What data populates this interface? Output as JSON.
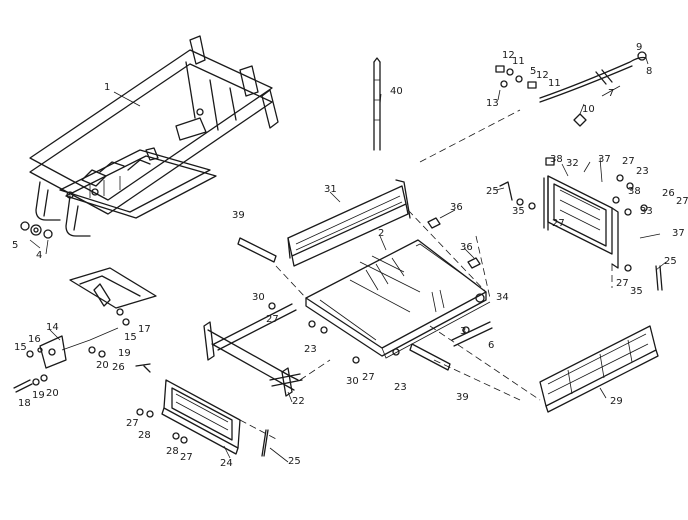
{
  "diagram": {
    "callouts": [
      {
        "label": "1"
      },
      {
        "label": "12"
      },
      {
        "label": "11"
      },
      {
        "label": "5"
      },
      {
        "label": "12"
      },
      {
        "label": "11"
      },
      {
        "label": "13"
      },
      {
        "label": "9"
      },
      {
        "label": "8"
      },
      {
        "label": "7"
      },
      {
        "label": "10"
      },
      {
        "label": "40"
      },
      {
        "label": "38"
      },
      {
        "label": "32"
      },
      {
        "label": "37"
      },
      {
        "label": "27"
      },
      {
        "label": "23"
      },
      {
        "label": "25"
      },
      {
        "label": "38"
      },
      {
        "label": "35"
      },
      {
        "label": "27"
      },
      {
        "label": "33"
      },
      {
        "label": "26"
      },
      {
        "label": "27"
      },
      {
        "label": "37"
      },
      {
        "label": "31"
      },
      {
        "label": "36"
      },
      {
        "label": "39"
      },
      {
        "label": "2"
      },
      {
        "label": "36"
      },
      {
        "label": "27"
      },
      {
        "label": "25"
      },
      {
        "label": "35"
      },
      {
        "label": "34"
      },
      {
        "label": "30"
      },
      {
        "label": "27"
      },
      {
        "label": "3"
      },
      {
        "label": "6"
      },
      {
        "label": "23"
      },
      {
        "label": "30"
      },
      {
        "label": "27"
      },
      {
        "label": "23"
      },
      {
        "label": "39"
      },
      {
        "label": "5"
      },
      {
        "label": "4"
      },
      {
        "label": "14"
      },
      {
        "label": "15"
      },
      {
        "label": "17"
      },
      {
        "label": "15"
      },
      {
        "label": "16"
      },
      {
        "label": "20"
      },
      {
        "label": "19"
      },
      {
        "label": "26"
      },
      {
        "label": "18"
      },
      {
        "label": "19"
      },
      {
        "label": "20"
      },
      {
        "label": "22"
      },
      {
        "label": "27"
      },
      {
        "label": "28"
      },
      {
        "label": "28"
      },
      {
        "label": "27"
      },
      {
        "label": "24"
      },
      {
        "label": "25"
      },
      {
        "label": "29"
      }
    ]
  }
}
